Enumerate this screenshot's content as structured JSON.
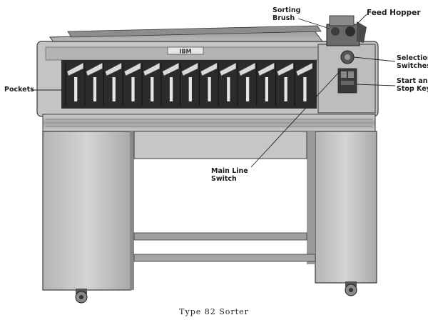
{
  "labels": {
    "sorting_brush": [
      "Sorting",
      "Brush"
    ],
    "feed_hopper": "Feed Hopper",
    "pockets": "Pockets",
    "selection_switches": [
      "Selection",
      "Switches"
    ],
    "start_stop_keys": [
      "Start and",
      "Stop Keys"
    ],
    "main_line_switch": [
      "Main Line",
      "Switch"
    ]
  },
  "caption": "Type 82 Sorter",
  "nameplate": "IBM",
  "pocket_count": 13,
  "colors": {
    "body": "#c7c7c7",
    "dark": "#2b2b2b",
    "outline": "#3a3a3a",
    "leader": "#222222"
  }
}
